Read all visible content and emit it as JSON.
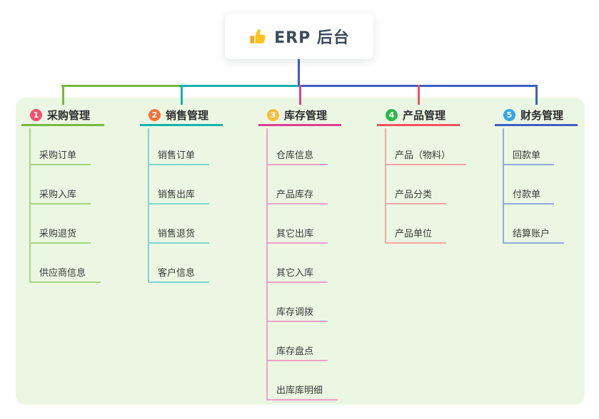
{
  "root": {
    "title": "ERP 后台",
    "icon": "thumbs-up-icon",
    "connector_color": "#4156c5"
  },
  "canvas": {
    "background": "#ffffff",
    "panel_background": "#ebf7e3"
  },
  "branches": [
    {
      "badge": "1",
      "label": "采购管理",
      "badge_color": "#f4516c",
      "line_color": "#76b93e",
      "light_color": "#a9d77f",
      "children": [
        "采购订单",
        "采购入库",
        "采购退货",
        "供应商信息"
      ]
    },
    {
      "badge": "2",
      "label": "销售管理",
      "badge_color": "#f77234",
      "line_color": "#16b3ac",
      "light_color": "#82d5cd",
      "children": [
        "销售订单",
        "销售出库",
        "销售退货",
        "客户信息"
      ]
    },
    {
      "badge": "3",
      "label": "库存管理",
      "badge_color": "#fbbc3c",
      "line_color": "#e03f92",
      "light_color": "#f2a0c8",
      "children": [
        "仓库信息",
        "产品库存",
        "其它出库",
        "其它入库",
        "库存调拨",
        "库存盘点",
        "出库库明细"
      ]
    },
    {
      "badge": "4",
      "label": "产品管理",
      "badge_color": "#2eb84c",
      "line_color": "#f7525f",
      "light_color": "#f9a5a5",
      "children": [
        "产品（物料）",
        "产品分类",
        "产品单位"
      ]
    },
    {
      "badge": "5",
      "label": "财务管理",
      "badge_color": "#35a6e7",
      "line_color": "#3f5dc4",
      "light_color": "#94a9db",
      "children": [
        "回款单",
        "付款单",
        "结算账户"
      ]
    }
  ]
}
